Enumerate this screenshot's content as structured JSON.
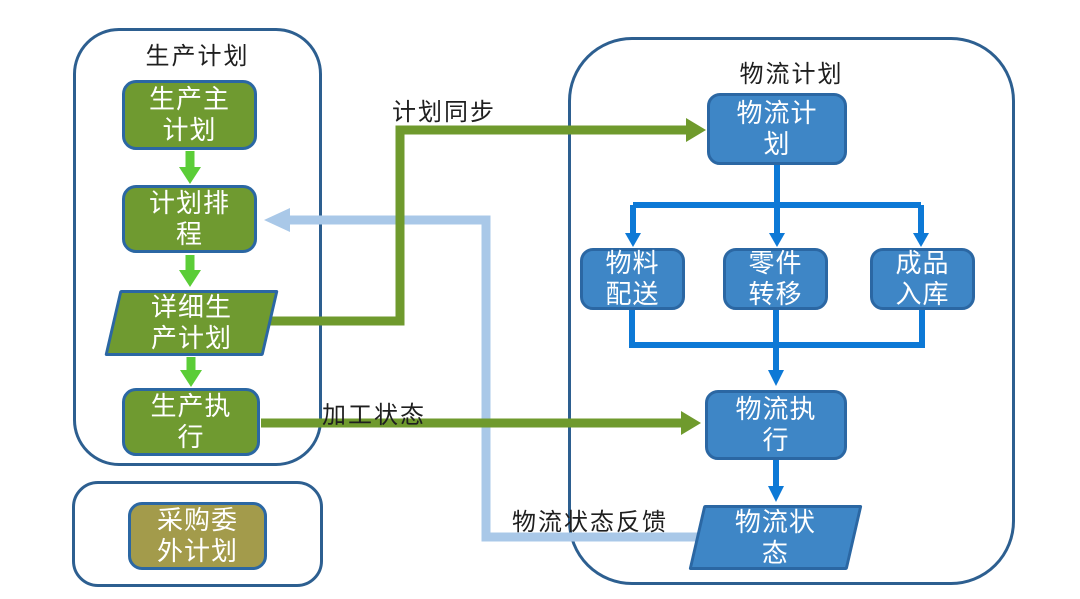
{
  "diagram": {
    "containers": {
      "production": {
        "title": "生产计划"
      },
      "logistics": {
        "title": "物流计划"
      },
      "procurement": {
        "title": ""
      }
    },
    "nodes": {
      "master_plan": {
        "label": "生产主\n计划"
      },
      "plan_scheduling": {
        "label": "计划排\n程"
      },
      "detailed_plan": {
        "label": "详细生\n产计划"
      },
      "production_execution": {
        "label": "生产执\n行"
      },
      "procurement_outsourcing_plan": {
        "label": "采购委\n外计划"
      },
      "logistics_plan": {
        "label": "物流计\n划"
      },
      "material_delivery": {
        "label": "物料\n配送"
      },
      "part_transfer": {
        "label": "零件\n转移"
      },
      "finished_goods_storage": {
        "label": "成品\n入库"
      },
      "logistics_execution": {
        "label": "物流执\n行"
      },
      "logistics_status": {
        "label": "物流状\n态"
      }
    },
    "edge_labels": {
      "plan_sync": "计划同步",
      "process_status": "加工状态",
      "logistics_status_feedback": "物流状态反馈"
    },
    "colors": {
      "green_node": "#6f9a30",
      "bright_green_arrow": "#5bcd37",
      "green_arrow": "#6f9a2d",
      "blue_node": "#3e86c6",
      "blue_arrow": "#0d79d6",
      "light_blue_arrow": "#a9c8e8",
      "olive_node": "#a39b4b",
      "node_border": "#2b67a3",
      "container_border": "#2d5f90",
      "label_text": "#1f1f1f",
      "node_text": "#ffffff"
    }
  }
}
